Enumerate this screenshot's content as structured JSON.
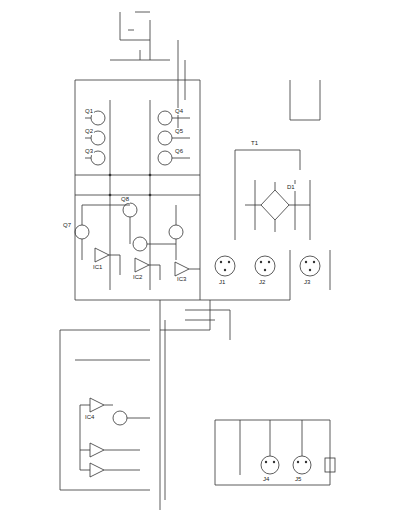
{
  "diagram": {
    "labels": [
      "Q1",
      "Q2",
      "Q3",
      "Q4",
      "Q5",
      "Q6",
      "Q7",
      "Q8",
      "IC1",
      "IC2",
      "IC3",
      "IC4",
      "D1",
      "T1",
      "J1",
      "J2",
      "J3",
      "J4",
      "J5"
    ]
  }
}
